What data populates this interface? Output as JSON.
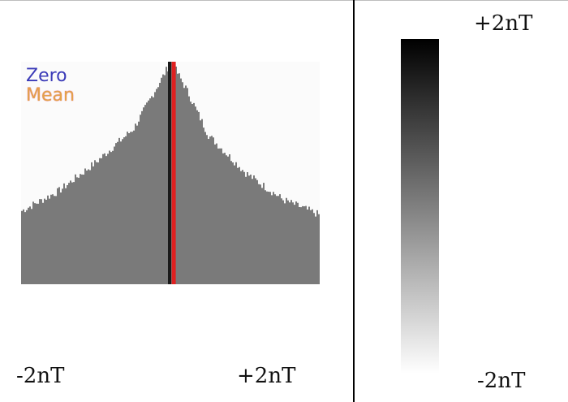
{
  "histogram": {
    "legend": {
      "zero": "Zero",
      "mean": "Mean"
    },
    "zero_color": "#1a1a1a",
    "mean_color": "#e02020",
    "fill_color": "#7a7a7a",
    "x_min_label": "-2nT",
    "x_max_label": "+2nT",
    "chart_data": {
      "type": "area",
      "x": [
        -2.0,
        -1.5,
        -1.0,
        -0.5,
        -0.2,
        0.0,
        0.2,
        0.5,
        1.0,
        1.5,
        2.0
      ],
      "y": [
        0.33,
        0.42,
        0.55,
        0.7,
        0.88,
        1.0,
        0.88,
        0.67,
        0.5,
        0.38,
        0.31
      ],
      "xlim": [
        -2,
        2
      ],
      "ylim": [
        0,
        1
      ],
      "markers": {
        "zero": 0,
        "mean": 0.05
      }
    }
  },
  "colorbar": {
    "max_label": "+2nT",
    "min_label": "-2nT",
    "top_color": "#000000",
    "bottom_color": "#ffffff"
  }
}
